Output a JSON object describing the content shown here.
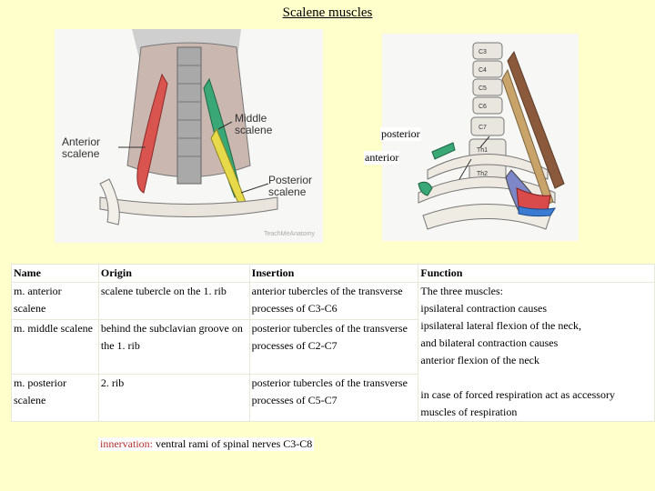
{
  "title": "Scalene muscles",
  "figure_left": {
    "labels": {
      "anterior": "Anterior scalene",
      "middle": "Middle scalene",
      "posterior": "Posterior scalene",
      "watermark": "TeachMeAnatomy"
    }
  },
  "figure_right": {
    "vertebra_labels": [
      "C3",
      "C4",
      "C5",
      "C6",
      "C7",
      "Th1",
      "Th2"
    ],
    "annotation_posterior": "posterior",
    "annotation_anterior": "anterior"
  },
  "table": {
    "headers": [
      "Name",
      "Origin",
      "Insertion",
      "Function"
    ],
    "rows": [
      {
        "name": "m. anterior scalene",
        "origin": "scalene tubercle on the 1. rib",
        "insertion": "anterior tubercles of the transverse processes of C3-C6"
      },
      {
        "name": "m. middle scalene",
        "origin": "behind the subclavian groove on the 1. rib",
        "insertion": "posterior tubercles of the transverse processes of C2-C7"
      },
      {
        "name": "m. posterior scalene",
        "origin": "2. rib",
        "insertion": "posterior tubercles of the transverse processes of C5-C7"
      }
    ],
    "function_lines": [
      "The three muscles:",
      "ipsilateral contraction causes",
      "ipsilateral lateral flexion of the neck,",
      "and bilateral contraction causes",
      "anterior flexion of the neck",
      "",
      "in case of forced respiration act as accessory",
      "muscles of respiration"
    ]
  },
  "innervation": {
    "label": "innervation:",
    "text": " ventral rami of spinal nerves C3-C8"
  },
  "colors": {
    "background": "#ffffcc",
    "anterior_muscle": "#d9534f",
    "middle_muscle": "#3aa776",
    "posterior_muscle": "#e6d94a"
  }
}
